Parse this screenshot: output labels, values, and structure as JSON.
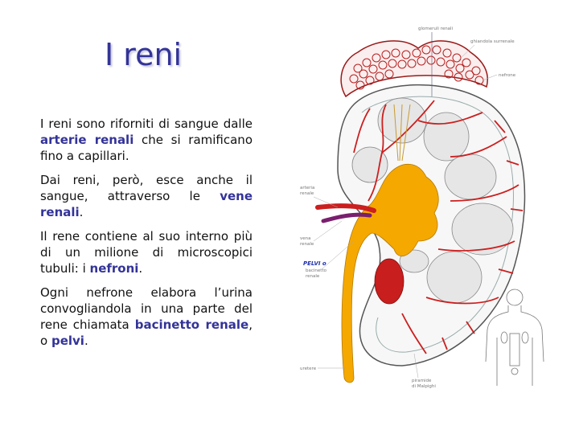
{
  "slide": {
    "title": "I reni",
    "paragraphs": [
      {
        "parts": [
          {
            "text": "I reni sono riforniti di sangue dalle ",
            "bold": false
          },
          {
            "text": "arterie renali",
            "bold": true
          },
          {
            "text": " che si ramificano fino a capillari.",
            "bold": false
          }
        ]
      },
      {
        "parts": [
          {
            "text": "Dai reni, però, esce anche il sangue, attraverso le ",
            "bold": false
          },
          {
            "text": "vene renali",
            "bold": true
          },
          {
            "text": ".",
            "bold": false
          }
        ]
      },
      {
        "parts": [
          {
            "text": "Il rene contiene al suo interno più di un milione di microscopici tubuli: i ",
            "bold": false
          },
          {
            "text": "nefroni",
            "bold": true
          },
          {
            "text": ".",
            "bold": false
          }
        ]
      },
      {
        "parts": [
          {
            "text": "Ogni nefrone elabora l’urina convogliandola in una parte del rene chiamata ",
            "bold": false
          },
          {
            "text": "bacinetto renale",
            "bold": true
          },
          {
            "text": ", o ",
            "bold": false
          },
          {
            "text": "pelvi",
            "bold": true
          },
          {
            "text": ".",
            "bold": false
          }
        ]
      }
    ]
  },
  "illustration": {
    "labels": {
      "glomeruli": "glomeruli renali",
      "ghiandola": "ghiandola surrenale",
      "nefrone": "nefrone",
      "arteria_1": "arteria",
      "arteria_2": "renale",
      "vena_1": "vena",
      "vena_2": "renale",
      "pelvi": "PELVI o",
      "bacinetto_1": "bacinetto",
      "bacinetto_2": "renale",
      "uretere": "uretere",
      "piramide_1": "piramide",
      "piramide_2": "di Malpighi"
    },
    "colors": {
      "artery": "#cc1f1f",
      "vein": "#7a1f6e",
      "pelvis": "#f5a800",
      "gland": "#9a1a1a",
      "outline": "#555555"
    }
  }
}
